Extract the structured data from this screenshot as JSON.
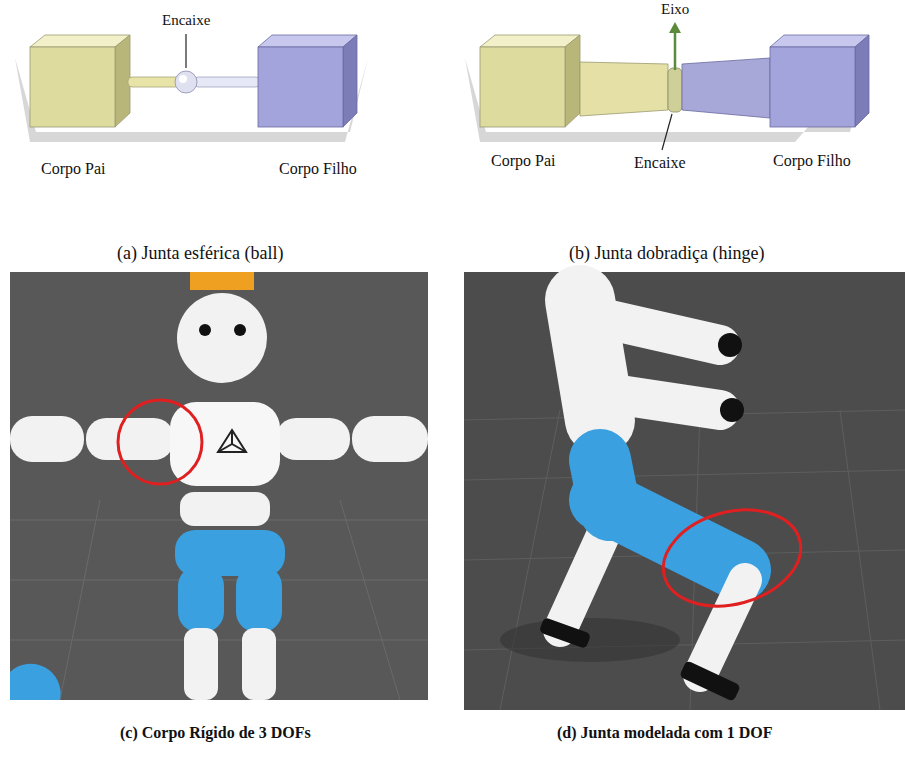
{
  "diagram": {
    "labels": [
      "Encaixe",
      "Corpo Pai",
      "Corpo Filho",
      "Eixo",
      "Corpo Pai",
      "Encaixe",
      "Corpo Filho",
      "(a) Junta esférica (ball)",
      "(b) Junta dobradiça (hinge)",
      "(c) Corpo Rígido de 3 DOFs",
      "(d) Junta modelada com 1 DOF"
    ]
  }
}
